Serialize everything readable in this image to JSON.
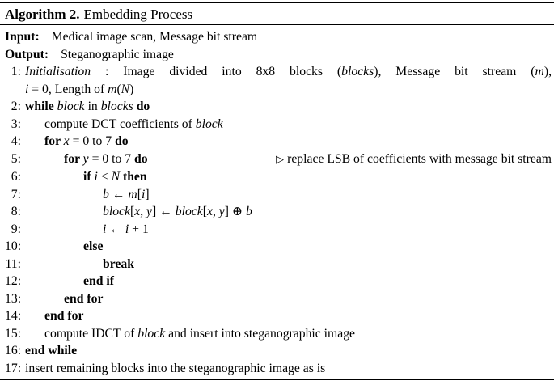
{
  "colors": {
    "text": "#000000",
    "background": "#ffffff",
    "rule": "#000000"
  },
  "header": {
    "label": "Algorithm 2.",
    "title": "Embedding Process"
  },
  "io": {
    "input_label": "Input:",
    "input_text": "Medical image scan, Message bit stream",
    "output_label": "Output:",
    "output_text": "Steganographic image"
  },
  "comment_marker": "▷",
  "lines": [
    {
      "num": "1:",
      "indent": 0,
      "rows": [
        [
          {
            "t": "Initialisation",
            "s": "i"
          },
          {
            "t": " : Image divided into 8x8 blocks (",
            "s": "r"
          },
          {
            "t": "blocks",
            "s": "i"
          },
          {
            "t": "), Message bit stream (",
            "s": "r"
          },
          {
            "t": "m",
            "s": "i"
          },
          {
            "t": "),",
            "s": "r"
          }
        ],
        [
          {
            "t": "i",
            "s": "i"
          },
          {
            "t": " = 0, Length of ",
            "s": "r"
          },
          {
            "t": "m",
            "s": "i"
          },
          {
            "t": "(",
            "s": "r"
          },
          {
            "t": "N",
            "s": "i"
          },
          {
            "t": ")",
            "s": "r"
          }
        ]
      ]
    },
    {
      "num": "2:",
      "indent": 0,
      "rows": [
        [
          {
            "t": "while ",
            "s": "b"
          },
          {
            "t": "block",
            "s": "i"
          },
          {
            "t": " in ",
            "s": "r"
          },
          {
            "t": "blocks",
            "s": "i"
          },
          {
            "t": " do",
            "s": "b"
          }
        ]
      ]
    },
    {
      "num": "3:",
      "indent": 1,
      "rows": [
        [
          {
            "t": "compute DCT coefficients of ",
            "s": "r"
          },
          {
            "t": "block",
            "s": "i"
          }
        ]
      ]
    },
    {
      "num": "4:",
      "indent": 1,
      "rows": [
        [
          {
            "t": "for ",
            "s": "b"
          },
          {
            "t": "x",
            "s": "i"
          },
          {
            "t": " = 0 to 7 ",
            "s": "r"
          },
          {
            "t": "do",
            "s": "b"
          }
        ]
      ]
    },
    {
      "num": "5:",
      "indent": 2,
      "comment": "replace LSB of coefficients with message bit stream",
      "rows": [
        [
          {
            "t": "for ",
            "s": "b"
          },
          {
            "t": "y",
            "s": "i"
          },
          {
            "t": " = 0 to 7 ",
            "s": "r"
          },
          {
            "t": "do",
            "s": "b"
          }
        ]
      ]
    },
    {
      "num": "6:",
      "indent": 3,
      "rows": [
        [
          {
            "t": "if ",
            "s": "b"
          },
          {
            "t": "i",
            "s": "i"
          },
          {
            "t": " < ",
            "s": "r"
          },
          {
            "t": "N",
            "s": "i"
          },
          {
            "t": " then",
            "s": "b"
          }
        ]
      ]
    },
    {
      "num": "7:",
      "indent": 4,
      "rows": [
        [
          {
            "t": "b",
            "s": "i"
          },
          {
            "t": " ← ",
            "s": "r"
          },
          {
            "t": "m",
            "s": "i"
          },
          {
            "t": "[",
            "s": "r"
          },
          {
            "t": "i",
            "s": "i"
          },
          {
            "t": "]",
            "s": "r"
          }
        ]
      ]
    },
    {
      "num": "8:",
      "indent": 4,
      "rows": [
        [
          {
            "t": "block",
            "s": "i"
          },
          {
            "t": "[",
            "s": "r"
          },
          {
            "t": "x",
            "s": "i"
          },
          {
            "t": ", ",
            "s": "r"
          },
          {
            "t": "y",
            "s": "i"
          },
          {
            "t": "] ← ",
            "s": "r"
          },
          {
            "t": "block",
            "s": "i"
          },
          {
            "t": "[",
            "s": "r"
          },
          {
            "t": "x",
            "s": "i"
          },
          {
            "t": ", ",
            "s": "r"
          },
          {
            "t": "y",
            "s": "i"
          },
          {
            "t": "] ⊕ ",
            "s": "r"
          },
          {
            "t": "b",
            "s": "i"
          }
        ]
      ]
    },
    {
      "num": "9:",
      "indent": 4,
      "rows": [
        [
          {
            "t": "i",
            "s": "i"
          },
          {
            "t": " ← ",
            "s": "r"
          },
          {
            "t": "i",
            "s": "i"
          },
          {
            "t": " + 1",
            "s": "r"
          }
        ]
      ]
    },
    {
      "num": "10:",
      "indent": 3,
      "rows": [
        [
          {
            "t": "else",
            "s": "b"
          }
        ]
      ]
    },
    {
      "num": "11:",
      "indent": 4,
      "rows": [
        [
          {
            "t": "break",
            "s": "b"
          }
        ]
      ]
    },
    {
      "num": "12:",
      "indent": 3,
      "rows": [
        [
          {
            "t": "end if",
            "s": "b"
          }
        ]
      ]
    },
    {
      "num": "13:",
      "indent": 2,
      "rows": [
        [
          {
            "t": "end for",
            "s": "b"
          }
        ]
      ]
    },
    {
      "num": "14:",
      "indent": 1,
      "rows": [
        [
          {
            "t": "end for",
            "s": "b"
          }
        ]
      ]
    },
    {
      "num": "15:",
      "indent": 1,
      "rows": [
        [
          {
            "t": "compute IDCT of ",
            "s": "r"
          },
          {
            "t": "block",
            "s": "i"
          },
          {
            "t": " and insert into steganographic image",
            "s": "r"
          }
        ]
      ]
    },
    {
      "num": "16:",
      "indent": 0,
      "rows": [
        [
          {
            "t": "end while",
            "s": "b"
          }
        ]
      ]
    },
    {
      "num": "17:",
      "indent": 0,
      "rows": [
        [
          {
            "t": "insert remaining blocks into the steganographic image as is",
            "s": "r"
          }
        ]
      ]
    }
  ]
}
